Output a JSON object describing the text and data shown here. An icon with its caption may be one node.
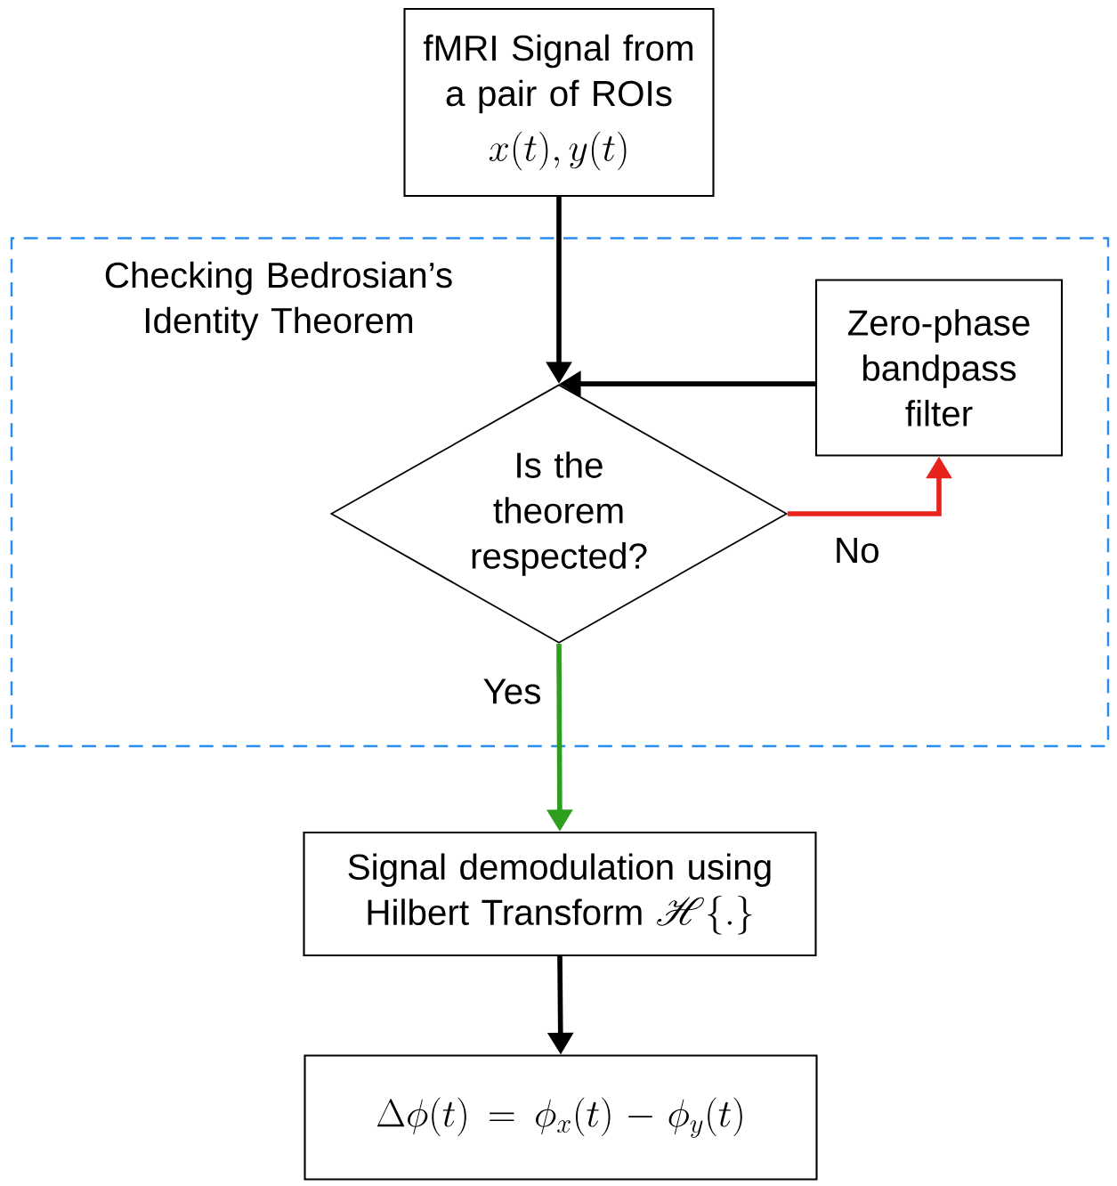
{
  "diagram": {
    "nodes": [
      {
        "text": [
          "fMRI Signal from a pair of ROIs",
          "x(t), y(t)"
        ]
      },
      {
        "text": [
          "Checking Bedrosian’s Identity Theorem"
        ]
      },
      {
        "text": [
          "Is the theorem respected?"
        ],
        "in": 1
      },
      {
        "text": [
          "Zero-phase bandpass filter"
        ],
        "in": 1
      },
      {
        "text": [
          "Signal demodulation using Hilbert Transform",
          "\\mathscr{H}\\{.\\}"
        ]
      },
      {
        "text": [
          "\\Delta\\phi(t) = \\phi_x(t) - \\phi_y(t)"
        ]
      }
    ],
    "edges": [
      {
        "from": 0,
        "to": 2,
        "arrow": "to"
      },
      {
        "from": 3,
        "to": 2,
        "arrow": "to"
      },
      {
        "from": 2,
        "to": 3,
        "arrow": "to",
        "label": "No",
        "color": "#e8231c"
      },
      {
        "from": 2,
        "to": 4,
        "arrow": "to",
        "label": "Yes",
        "color": "#2e9e1e"
      },
      {
        "from": 4,
        "to": 5,
        "arrow": "to"
      }
    ]
  }
}
